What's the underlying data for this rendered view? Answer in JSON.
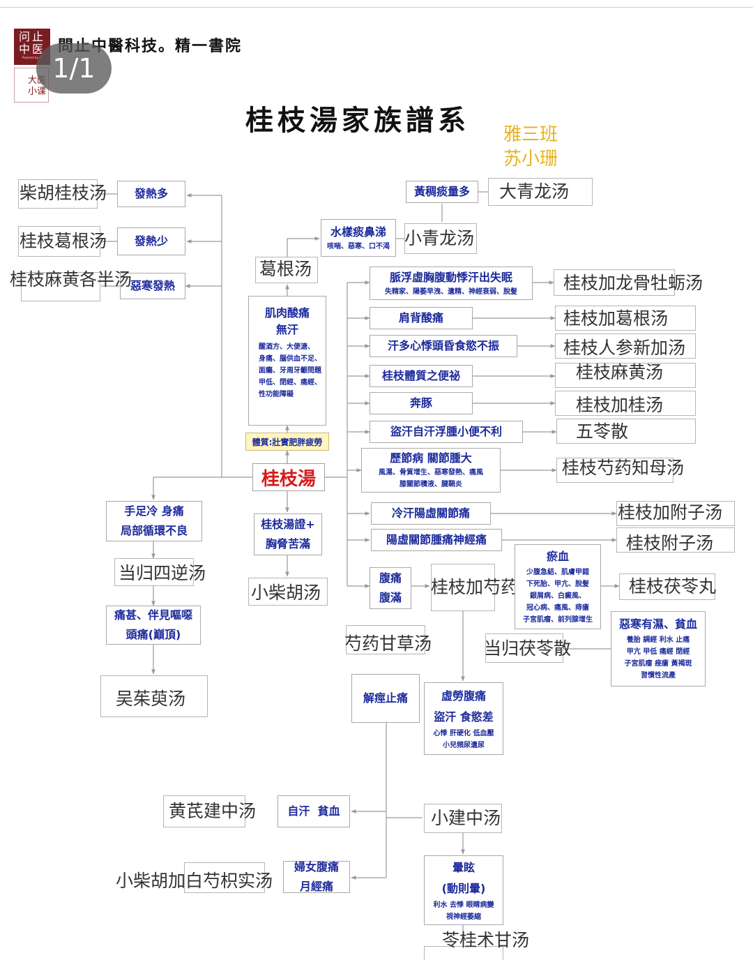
{
  "header": {
    "org_name": "問止中醫科技。精一書院",
    "page_indicator": "1/1",
    "logo_top": [
      "问止",
      "中医",
      "Powered by AI"
    ],
    "logo_bottom": "大医\n小课",
    "author_lines": [
      "雅三班",
      "苏小珊"
    ]
  },
  "title": "桂枝湯家族譜系",
  "core": {
    "label": "桂枝湯",
    "constitution": "體質:壯實肥胖疲勞"
  },
  "boxes": {
    "fever_high": "發熱多",
    "fever_low": "發熱少",
    "chills_fever": "惡寒發熱",
    "yellow_phlegm": "黃稠痰量多",
    "watery_phlegm": "水樣痰鼻涕",
    "watery_phlegm_sub": "咳喘、惡寒、口不渴",
    "muscle_title": "肌肉酸痛",
    "muscle_title2": "無汗",
    "muscle_sub": [
      "醒酒方、大便溏、",
      "身痛、腦供血不足、",
      "面癱、牙周牙齦問題",
      "甲低、閉經、痛經、",
      "性功能障礙"
    ],
    "pulse_title": "脈浮虛胸腹動悸汗出失眠",
    "pulse_sub": "失精家、陽萎早洩、遺精、神經衰弱、脫髮",
    "shoulder": "肩背酸痛",
    "sweat_palp": "汗多心悸頭昏食慾不振",
    "constipation": "桂枝體質之便祕",
    "bentun": "奔豚",
    "night_sweat": "盜汗自汗浮腫小便不利",
    "joint_title": "歷節病 關節腫大",
    "joint_sub": [
      "風濕、骨質增生、惡寒發熱、痛風",
      "膝關節積液、腱鞘炎"
    ],
    "cold_sweat": "冷汗陽虛關節痛",
    "yang_def": "陽虛關節腫痛神經痛",
    "stasis_title": "瘀血",
    "stasis_sub": [
      "少腹急結、肌膚甲錯",
      "下死胎、甲亢、脫髮",
      "銀屑病、白癜風、",
      "冠心病、痛風、痔瘡",
      "子宮肌瘤、前列腺增生"
    ],
    "cold_damp_title": "惡寒有濕、貧血",
    "cold_damp_sub": [
      "養胎 調經 利水 止痛",
      "甲亢 甲低 痛經 閉經",
      "子宮肌瘤 痤瘡 黃褐斑",
      "習慣性流產"
    ],
    "abd_pain": "腹痛",
    "abd_full": "腹滿",
    "cold_limbs": "手足冷 身痛",
    "local_circ": "局部循環不良",
    "headache1": "痛甚、伴見嘔噁",
    "headache2": "頭痛(巔頂)",
    "chaihu_sign1": "桂枝湯證+",
    "chaihu_sign2": "胸脅苦滿",
    "spasm": "解痙止痛",
    "xulao_title": "虛勞腹痛",
    "xulao_title2": "盜汗 食慾差",
    "xulao_sub": [
      "心悸 肝硬化 低血壓",
      "小兒頻尿遺尿"
    ],
    "self_sweat": "自汗  貧血",
    "women_pain": "婦女腹痛",
    "menses_pain": "月經痛",
    "vertigo_title": "暈眩",
    "vertigo_title2": "(動則暈)",
    "vertigo_sub": [
      "利水 去悸 眼睛病變",
      "視神經萎縮"
    ]
  },
  "formulas": {
    "chaihu_guizhi": "柴胡桂枝汤",
    "guizhi_gegen": "桂枝葛根汤",
    "guizhi_mahuang_half": "桂枝麻黄各半汤",
    "da_qinglong": "大青龙汤",
    "xiao_qinglong": "小青龙汤",
    "gegen": "葛根汤",
    "longgu_muli": "桂枝加龙骨牡蛎汤",
    "jia_gegen": "桂枝加葛根汤",
    "renshen_xinjia": "桂枝人参新加汤",
    "guizhi_mahuang": "桂枝麻黄汤",
    "jia_gui": "桂枝加桂汤",
    "wuling": "五苓散",
    "shaoyao_zhimu": "桂枝芍药知母汤",
    "jia_fuzi": "桂枝加附子汤",
    "fuzi": "桂枝附子汤",
    "fuling_wan": "桂枝茯苓丸",
    "jia_shaoyao": "桂枝加芍药",
    "danggui_fuling": "当归茯苓散",
    "shaoyao_gancao": "芍药甘草汤",
    "danggui_sini": "当归四逆汤",
    "xiao_chaihu": "小柴胡汤",
    "wuzhuyu": "吴茱萸汤",
    "xiao_jianzhong": "小建中汤",
    "huangqi_jianzhong": "黄芪建中汤",
    "xiao_chaihu_plus": "小柴胡加白芍枳实汤",
    "linggui_zhugan": "苓桂术甘汤"
  },
  "colors": {
    "accent": "#1c2a9c",
    "core": "#d61a1a",
    "author": "#e8b21e",
    "logo": "#7a1c22"
  }
}
